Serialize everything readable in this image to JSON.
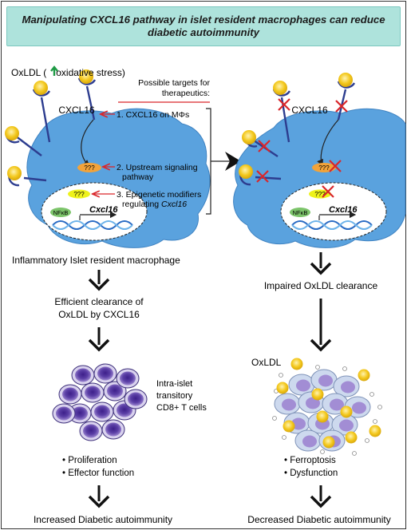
{
  "title": "Manipulating CXCL16 pathway in islet resident macrophages can reduce diabetic autoimmunity",
  "left": {
    "oxldl_prefix": "OxLDL (",
    "oxldl_suffix": "oxidative stress)",
    "cxcl16": "CXCL16",
    "targets_header_1": "Possible targets for",
    "targets_header_2": "therapeutics:",
    "target_1": "1. CXCL16 on MΦs",
    "target_2a": "2. Upstream signaling",
    "target_2b": "pathway",
    "target_3a": "3. Epigenetic modifiers",
    "target_3b_prefix": "regulating ",
    "target_3b_gene": "Cxcl16",
    "unknown": "???",
    "nfkb": "NFκB",
    "gene": "Cxcl16",
    "cell_label": "Inflammatory Islet resident macrophage",
    "step_1a": "Efficient clearance of",
    "step_1b": "OxLDL by CXCL16",
    "tcell_1": "Intra-islet",
    "tcell_2": "transitory",
    "tcell_3": "CD8+ T cells",
    "bullet_1": "• Proliferation",
    "bullet_2": "• Effector function",
    "outcome": "Increased Diabetic autoimmunity"
  },
  "right": {
    "cxcl16": "CXCL16",
    "unknown": "???",
    "nfkb": "NFκB",
    "gene": "Cxcl16",
    "step_1": "Impaired OxLDL clearance",
    "oxldl": "OxLDL",
    "bullet_1": "• Ferroptosis",
    "bullet_2": "• Dysfunction",
    "outcome": "Decreased Diabetic autoimmunity"
  },
  "colors": {
    "title_bg": "#aee3dc",
    "macrophage": "#5aa2de",
    "receptor": "#2d3d8f",
    "oxldl": "#f3c81d",
    "red": "#d9262a",
    "green_arrow": "#1e9a45",
    "nfkb": "#7cc46a",
    "tcell": "#6b4fb0",
    "stressed_cell": "#b9cde8"
  }
}
